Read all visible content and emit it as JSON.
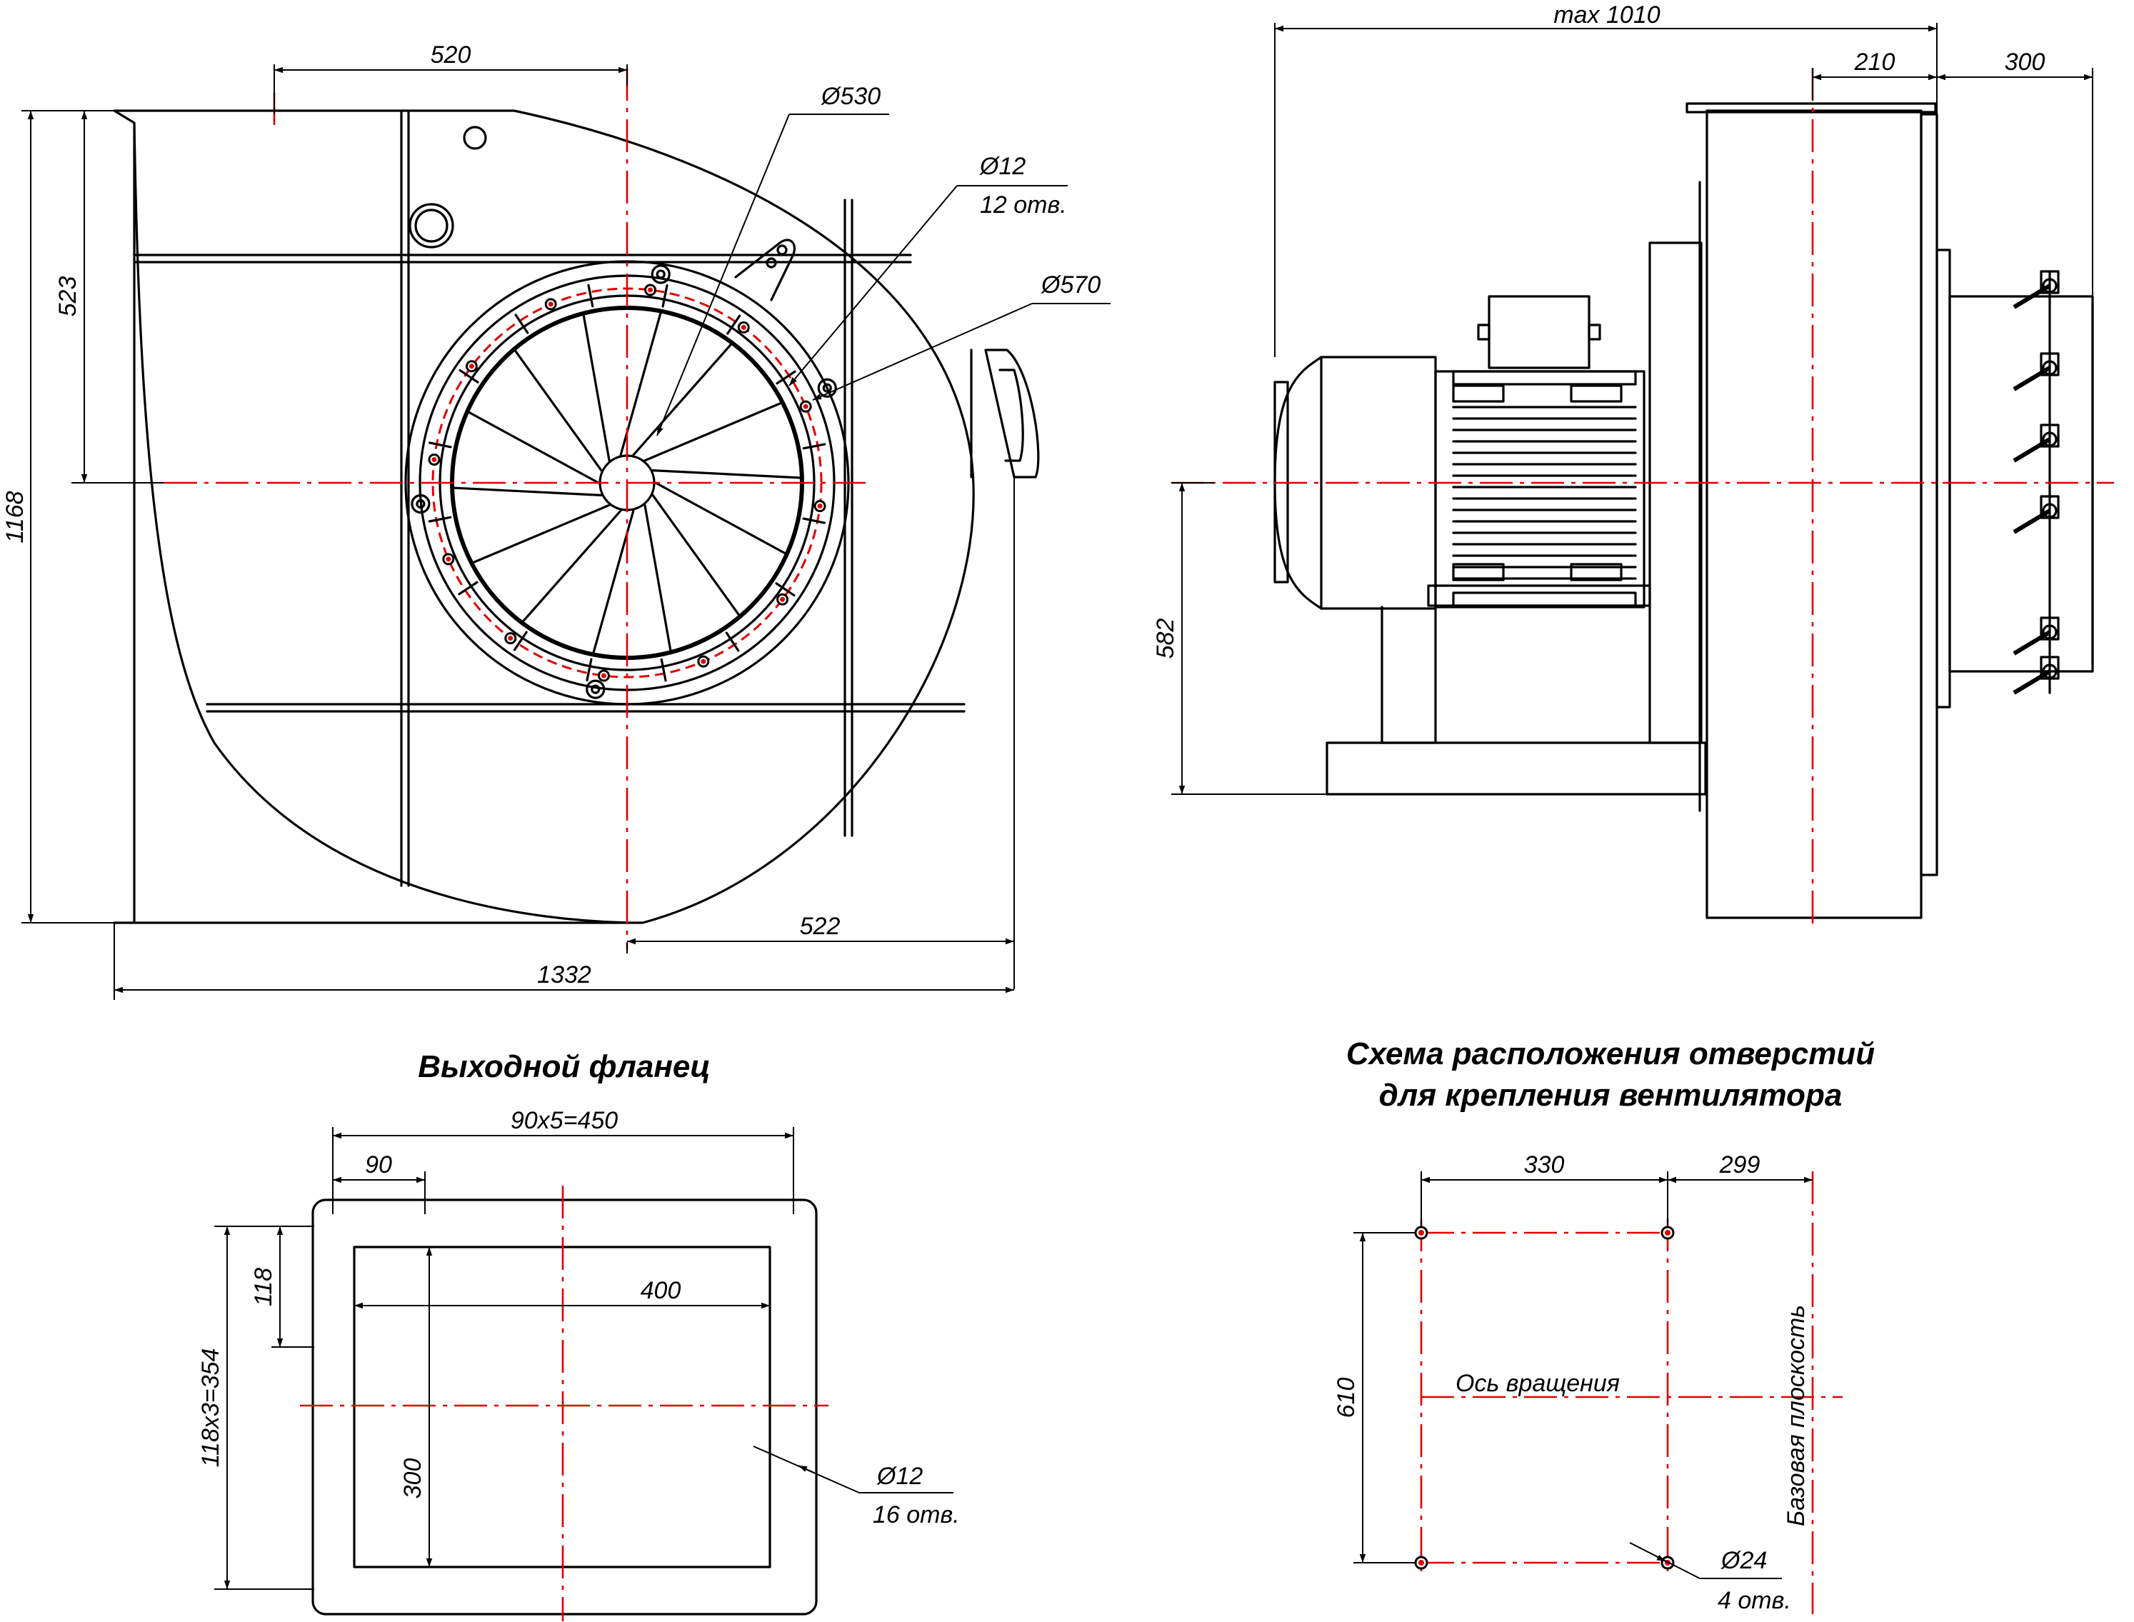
{
  "titles": {
    "outlet_flange": "Выходной фланец",
    "mount_line1": "Схема расположения отверстий",
    "mount_line2": "для крепления вентилятора"
  },
  "front_view": {
    "dim_520": "520",
    "dim_523": "523",
    "dim_1168": "1168",
    "dim_522": "522",
    "dim_1332": "1332",
    "d530": "Ø530",
    "d12": "Ø12",
    "d12_count": "12 отв.",
    "d570": "Ø570"
  },
  "side_view": {
    "max1010": "max 1010",
    "dim_210": "210",
    "dim_300": "300",
    "dim_582": "582"
  },
  "flange": {
    "dim_450": "90x5=450",
    "dim_90": "90",
    "dim_118": "118",
    "dim_354": "118x3=354",
    "dim_400": "400",
    "dim_300": "300",
    "hole_d": "Ø12",
    "hole_count": "16 отв."
  },
  "mount": {
    "dim_330": "330",
    "dim_299": "299",
    "dim_610": "610",
    "rot_axis": "Ось вращения",
    "base_plane": "Базовая плоскость",
    "hole_d": "Ø24",
    "hole_count": "4 отв."
  },
  "colors": {
    "line": "#000000",
    "axis": "#e00000",
    "background": "#ffffff"
  }
}
